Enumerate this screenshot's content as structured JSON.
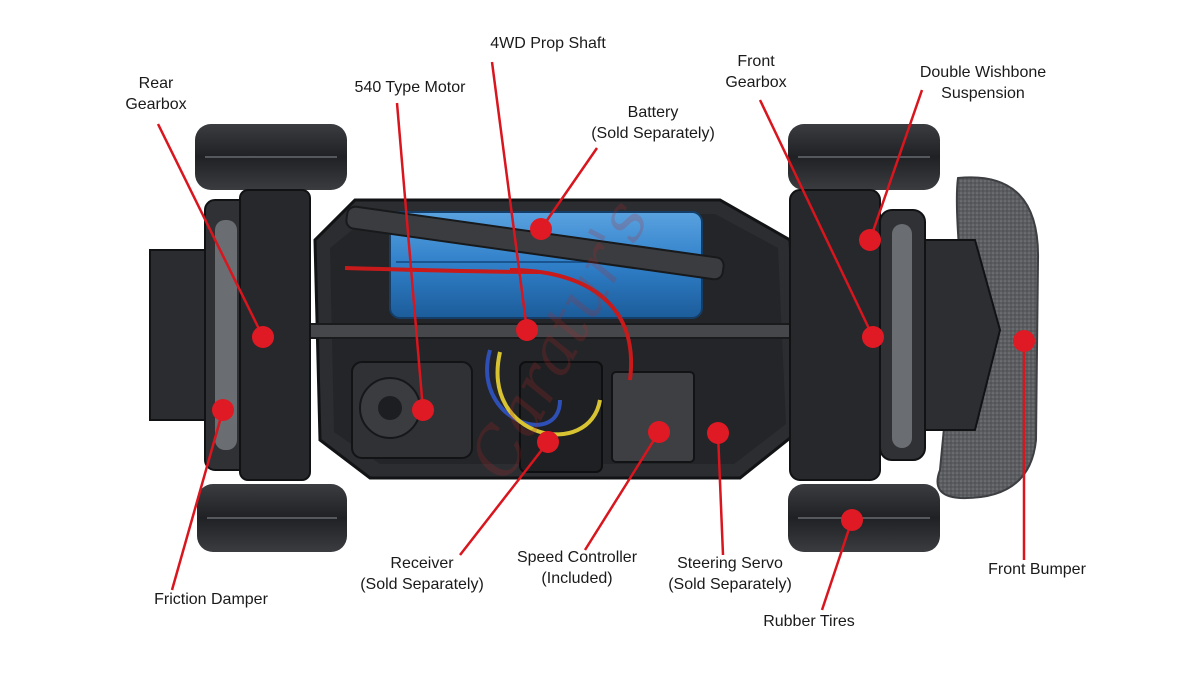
{
  "labels": {
    "rear_gearbox": [
      "Rear",
      "Gearbox"
    ],
    "motor": [
      "540 Type Motor"
    ],
    "prop_shaft": [
      "4WD Prop Shaft"
    ],
    "battery": [
      "Battery",
      "(Sold Separately)"
    ],
    "front_gearbox": [
      "Front",
      "Gearbox"
    ],
    "suspension": [
      "Double Wishbone",
      "Suspension"
    ],
    "friction_damper": [
      "Friction Damper"
    ],
    "receiver": [
      "Receiver",
      "(Sold Separately)"
    ],
    "speed_controller": [
      "Speed Controller",
      "(Included)"
    ],
    "steering_servo": [
      "Steering Servo",
      "(Sold Separately)"
    ],
    "rubber_tires": [
      "Rubber Tires"
    ],
    "front_bumper": [
      "Front Bumper"
    ]
  },
  "watermark": "Caratur's",
  "colors": {
    "leader": "#d9151e",
    "chassis": "#2b2d31",
    "battery": "#2f7fc8",
    "tire": "#26282b",
    "bumper": "#55575a",
    "text": "#1a1a1a"
  }
}
